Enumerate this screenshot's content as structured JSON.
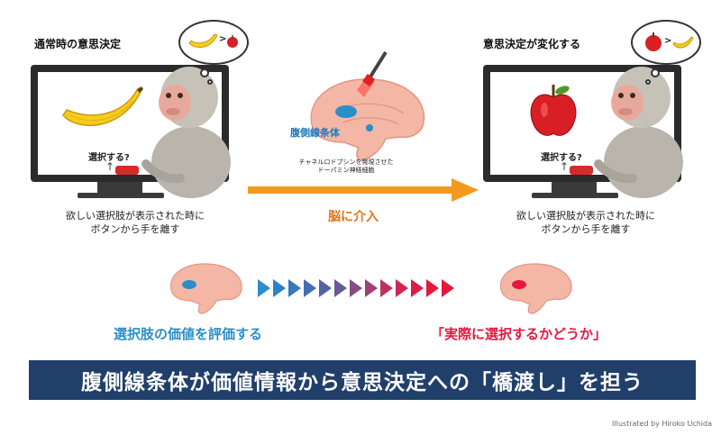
{
  "left_panel": {
    "title": "通常時の意思決定",
    "screen_prompt": "選択する?",
    "caption_line1": "欲しい選択肢が表示された時に",
    "caption_line2": "ボタンから手を離す"
  },
  "right_panel": {
    "title": "意思決定が変化する",
    "screen_prompt": "選択する?",
    "caption_line1": "欲しい選択肢が表示された時に",
    "caption_line2": "ボタンから手を離す"
  },
  "center": {
    "region_label": "腹側線条体",
    "neuron_line1": "チャネルロドプシンを発現させた",
    "neuron_line2": "ドーパミン神経細胞",
    "arrow_label": "脳に介入"
  },
  "bottom": {
    "value_label": "選択肢の価値を評価する",
    "choice_label": "「実際に選択するかどうか」",
    "banner": "腹側線条体が価値情報から意思決定への「橋渡し」を担う",
    "credit": "Illustrated by Hiroko Uchida"
  },
  "colors": {
    "banner_bg": "#213f6b",
    "value_blue": "#2a8fc9",
    "choice_red": "#e5173f",
    "arrow_orange": "#f39a1e"
  }
}
